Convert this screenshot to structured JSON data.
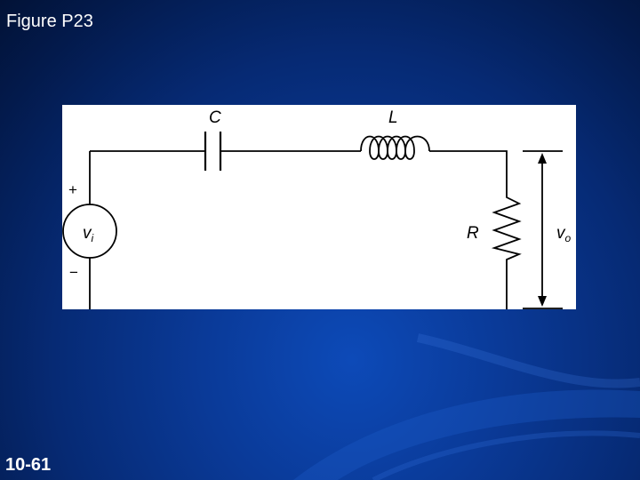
{
  "slide": {
    "title": "Figure P23",
    "number": "10-61"
  },
  "circuit": {
    "capacitor_label": "C",
    "inductor_label": "L",
    "resistor_label": "R",
    "source_symbol": "v",
    "source_subscript": "i",
    "output_symbol": "v",
    "output_subscript": "o",
    "plus_sign": "+",
    "minus_sign": "−"
  }
}
